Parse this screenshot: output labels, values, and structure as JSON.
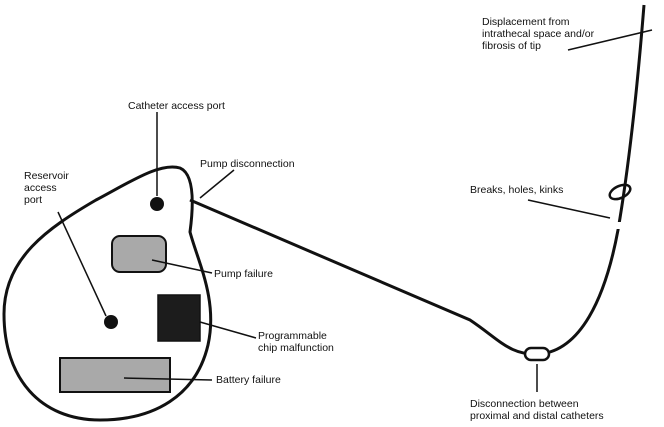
{
  "labels": {
    "catheter_access_port": "Catheter access port",
    "pump_disconnection": "Pump disconnection",
    "reservoir_access_port": "Reservoir\naccess\nport",
    "pump_failure": "Pump failure",
    "programmable_chip": "Programmable\nchip malfunction",
    "battery_failure": "Battery failure",
    "displacement": "Displacement from\nintrathecal space and/or\nfibrosis of tip",
    "breaks": "Breaks, holes, kinks",
    "disconnection_catheters": "Disconnection between\nproximal and distal catheters"
  },
  "colors": {
    "outline": "#111111",
    "component_gray": "#a9a9a9",
    "chip_dark": "#1c1c1c",
    "background": "#ffffff"
  }
}
